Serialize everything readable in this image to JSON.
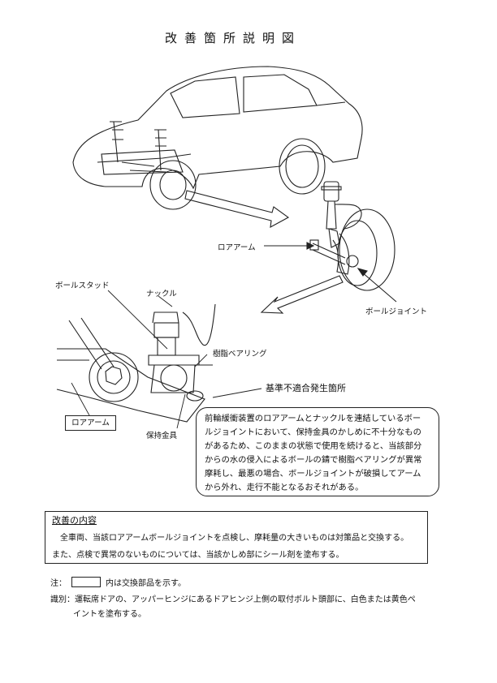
{
  "title": "改善箇所説明図",
  "labels": {
    "lower_arm_car": "ロアアーム",
    "ball_joint": "ボールジョイント",
    "ball_stud": "ボールスタッド",
    "knuckle": "ナックル",
    "resin_bearing": "樹脂ベアリング",
    "defect_location": "基準不適合発生箇所",
    "lower_arm_boxed": "ロアアーム",
    "retainer": "保持金具"
  },
  "explanation": [
    "前輪緩衝装置のロアアームとナックルを連結しているボー",
    "ルジョイントにおいて、保持金具のかしめに不十分なもの",
    "があるため、このままの状態で使用を続けると、当該部分",
    "からの水の侵入によるボールの錆で樹脂ベアリングが異常",
    "摩耗し、最悪の場合、ボールジョイントが破損してアーム",
    "から外れ、走行不能となるおそれがある。"
  ],
  "improvement": {
    "heading": "改善の内容",
    "lines": [
      "全車両、当該ロアアームボールジョイントを点検し、摩耗量の大きいものは対策品と交換する。",
      "また、点検で異常のないものについては、当該かしめ部にシール剤を塗布する。"
    ]
  },
  "notes": {
    "note_prefix": "注：",
    "note_text": "内は交換部品を示す。",
    "id_line1": "識別：運転席ドアの、アッパーヒンジにあるドアヒンジ上側の取付ボルト頭部に、白色または黄色ペ",
    "id_line2": "イントを塗布する。"
  }
}
